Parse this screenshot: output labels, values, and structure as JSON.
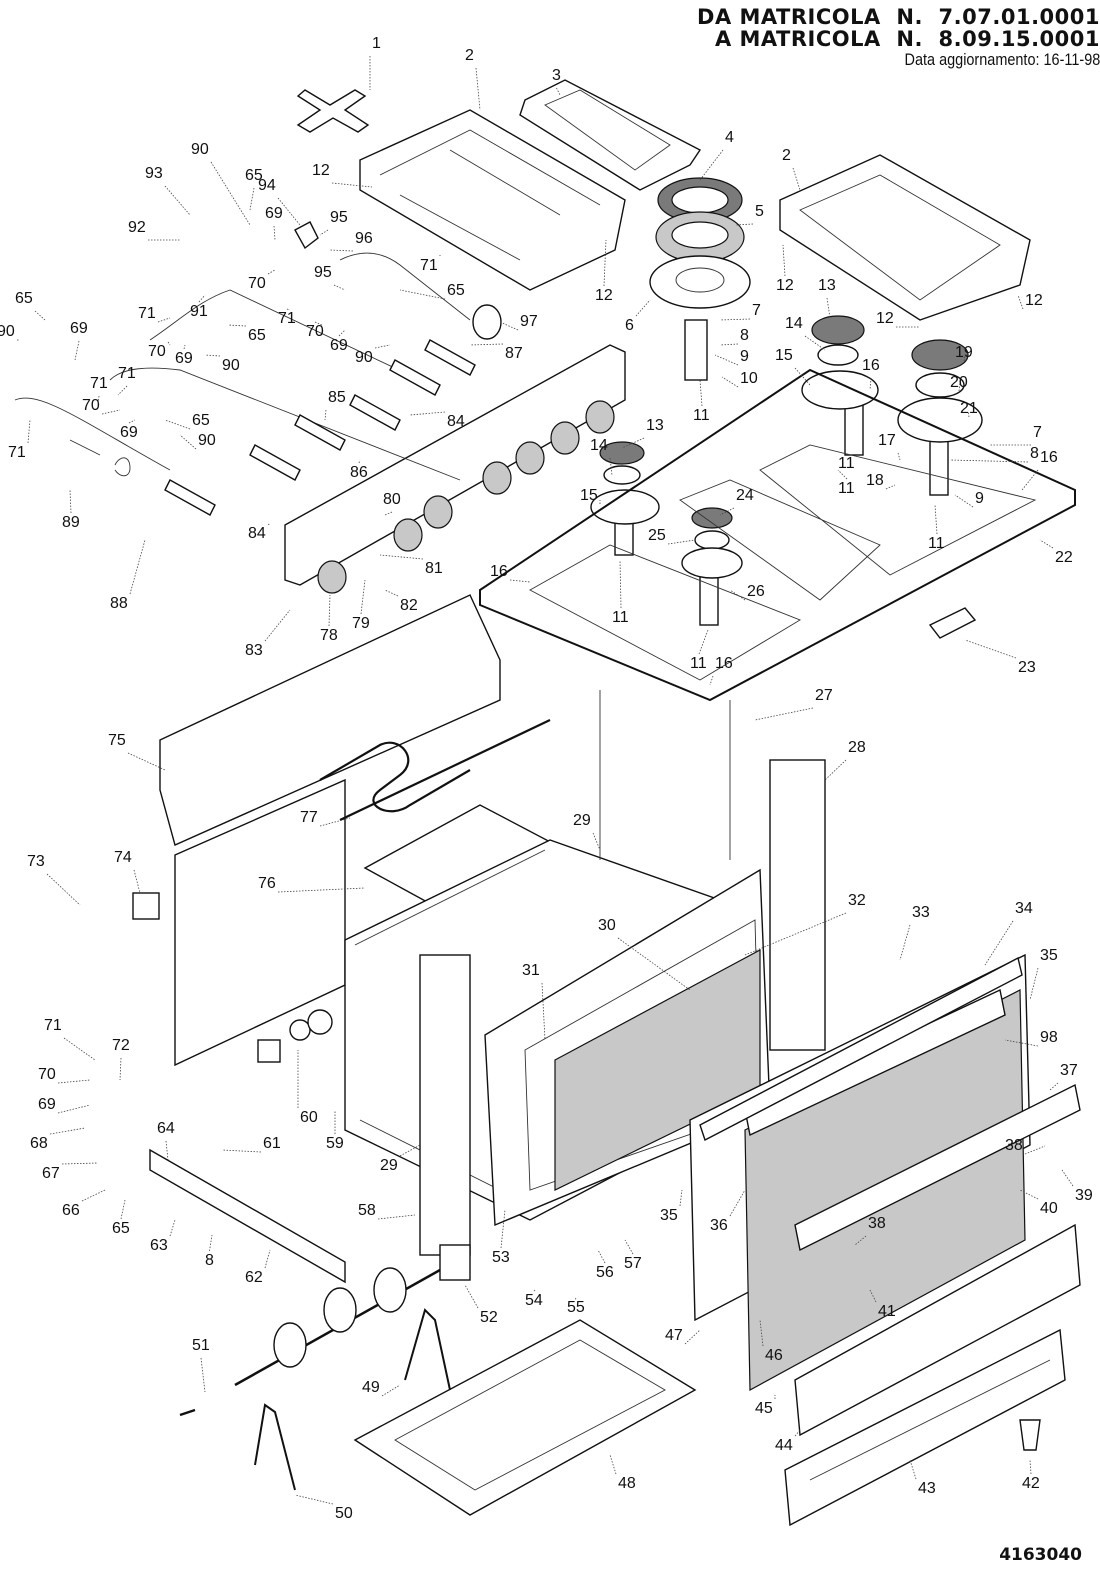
{
  "header": {
    "line1": "DA MATRICOLA  N.  7.07.01.0001",
    "line2": "A MATRICOLA  N.  8.09.15.0001",
    "update_date": "Data aggiornamento: 16-11-98"
  },
  "document_number": "4163040",
  "callouts": [
    {
      "id": "c1",
      "text": "1"
    },
    {
      "id": "c2a",
      "text": "2"
    },
    {
      "id": "c2b",
      "text": "2"
    },
    {
      "id": "c3",
      "text": "3"
    },
    {
      "id": "c4",
      "text": "4"
    },
    {
      "id": "c5",
      "text": "5"
    },
    {
      "id": "c6",
      "text": "6"
    },
    {
      "id": "c7a",
      "text": "7"
    },
    {
      "id": "c7b",
      "text": "7"
    },
    {
      "id": "c8a",
      "text": "8"
    },
    {
      "id": "c8b",
      "text": "8"
    },
    {
      "id": "c8c",
      "text": "8"
    },
    {
      "id": "c9a",
      "text": "9"
    },
    {
      "id": "c9b",
      "text": "9"
    },
    {
      "id": "c10",
      "text": "10"
    },
    {
      "id": "c11a",
      "text": "11"
    },
    {
      "id": "c11b",
      "text": "11"
    },
    {
      "id": "c11c",
      "text": "11"
    },
    {
      "id": "c11d",
      "text": "11"
    },
    {
      "id": "c11e",
      "text": "11"
    },
    {
      "id": "c11f",
      "text": "11"
    },
    {
      "id": "c12a",
      "text": "12"
    },
    {
      "id": "c12b",
      "text": "12"
    },
    {
      "id": "c12c",
      "text": "12"
    },
    {
      "id": "c12d",
      "text": "12"
    },
    {
      "id": "c12e",
      "text": "12"
    },
    {
      "id": "c13a",
      "text": "13"
    },
    {
      "id": "c13b",
      "text": "13"
    },
    {
      "id": "c14a",
      "text": "14"
    },
    {
      "id": "c14b",
      "text": "14"
    },
    {
      "id": "c15a",
      "text": "15"
    },
    {
      "id": "c15b",
      "text": "15"
    },
    {
      "id": "c16a",
      "text": "16"
    },
    {
      "id": "c16b",
      "text": "16"
    },
    {
      "id": "c16c",
      "text": "16"
    },
    {
      "id": "c16d",
      "text": "16"
    },
    {
      "id": "c17",
      "text": "17"
    },
    {
      "id": "c18",
      "text": "18"
    },
    {
      "id": "c19",
      "text": "19"
    },
    {
      "id": "c20",
      "text": "20"
    },
    {
      "id": "c21",
      "text": "21"
    },
    {
      "id": "c22",
      "text": "22"
    },
    {
      "id": "c23",
      "text": "23"
    },
    {
      "id": "c24",
      "text": "24"
    },
    {
      "id": "c25",
      "text": "25"
    },
    {
      "id": "c26",
      "text": "26"
    },
    {
      "id": "c27",
      "text": "27"
    },
    {
      "id": "c28",
      "text": "28"
    },
    {
      "id": "c29a",
      "text": "29"
    },
    {
      "id": "c29b",
      "text": "29"
    },
    {
      "id": "c30",
      "text": "30"
    },
    {
      "id": "c31",
      "text": "31"
    },
    {
      "id": "c32",
      "text": "32"
    },
    {
      "id": "c33",
      "text": "33"
    },
    {
      "id": "c34",
      "text": "34"
    },
    {
      "id": "c35a",
      "text": "35"
    },
    {
      "id": "c35b",
      "text": "35"
    },
    {
      "id": "c36",
      "text": "36"
    },
    {
      "id": "c37",
      "text": "37"
    },
    {
      "id": "c38a",
      "text": "38"
    },
    {
      "id": "c38b",
      "text": "38"
    },
    {
      "id": "c39",
      "text": "39"
    },
    {
      "id": "c40",
      "text": "40"
    },
    {
      "id": "c41",
      "text": "41"
    },
    {
      "id": "c42",
      "text": "42"
    },
    {
      "id": "c43",
      "text": "43"
    },
    {
      "id": "c44",
      "text": "44"
    },
    {
      "id": "c45",
      "text": "45"
    },
    {
      "id": "c46",
      "text": "46"
    },
    {
      "id": "c47",
      "text": "47"
    },
    {
      "id": "c48",
      "text": "48"
    },
    {
      "id": "c49",
      "text": "49"
    },
    {
      "id": "c50",
      "text": "50"
    },
    {
      "id": "c51",
      "text": "51"
    },
    {
      "id": "c52",
      "text": "52"
    },
    {
      "id": "c53",
      "text": "53"
    },
    {
      "id": "c54",
      "text": "54"
    },
    {
      "id": "c55",
      "text": "55"
    },
    {
      "id": "c56",
      "text": "56"
    },
    {
      "id": "c57",
      "text": "57"
    },
    {
      "id": "c58",
      "text": "58"
    },
    {
      "id": "c59",
      "text": "59"
    },
    {
      "id": "c60",
      "text": "60"
    },
    {
      "id": "c61",
      "text": "61"
    },
    {
      "id": "c62",
      "text": "62"
    },
    {
      "id": "c63",
      "text": "63"
    },
    {
      "id": "c64",
      "text": "64"
    },
    {
      "id": "c65a",
      "text": "65"
    },
    {
      "id": "c65b",
      "text": "65"
    },
    {
      "id": "c65c",
      "text": "65"
    },
    {
      "id": "c65d",
      "text": "65"
    },
    {
      "id": "c65e",
      "text": "65"
    },
    {
      "id": "c65f",
      "text": "65"
    },
    {
      "id": "c66",
      "text": "66"
    },
    {
      "id": "c67",
      "text": "67"
    },
    {
      "id": "c68",
      "text": "68"
    },
    {
      "id": "c69a",
      "text": "69"
    },
    {
      "id": "c69b",
      "text": "69"
    },
    {
      "id": "c69c",
      "text": "69"
    },
    {
      "id": "c69d",
      "text": "69"
    },
    {
      "id": "c69e",
      "text": "69"
    },
    {
      "id": "c69f",
      "text": "69"
    },
    {
      "id": "c70a",
      "text": "70"
    },
    {
      "id": "c70b",
      "text": "70"
    },
    {
      "id": "c70c",
      "text": "70"
    },
    {
      "id": "c70d",
      "text": "70"
    },
    {
      "id": "c70e",
      "text": "70"
    },
    {
      "id": "c71a",
      "text": "71"
    },
    {
      "id": "c71b",
      "text": "71"
    },
    {
      "id": "c71c",
      "text": "71"
    },
    {
      "id": "c71d",
      "text": "71"
    },
    {
      "id": "c71e",
      "text": "71"
    },
    {
      "id": "c71f",
      "text": "71"
    },
    {
      "id": "c71g",
      "text": "71"
    },
    {
      "id": "c72",
      "text": "72"
    },
    {
      "id": "c73",
      "text": "73"
    },
    {
      "id": "c74",
      "text": "74"
    },
    {
      "id": "c75",
      "text": "75"
    },
    {
      "id": "c76",
      "text": "76"
    },
    {
      "id": "c77",
      "text": "77"
    },
    {
      "id": "c78",
      "text": "78"
    },
    {
      "id": "c79",
      "text": "79"
    },
    {
      "id": "c80",
      "text": "80"
    },
    {
      "id": "c81",
      "text": "81"
    },
    {
      "id": "c82",
      "text": "82"
    },
    {
      "id": "c83",
      "text": "83"
    },
    {
      "id": "c84a",
      "text": "84"
    },
    {
      "id": "c84b",
      "text": "84"
    },
    {
      "id": "c85",
      "text": "85"
    },
    {
      "id": "c86",
      "text": "86"
    },
    {
      "id": "c87",
      "text": "87"
    },
    {
      "id": "c88",
      "text": "88"
    },
    {
      "id": "c89",
      "text": "89"
    },
    {
      "id": "c90a",
      "text": "90"
    },
    {
      "id": "c90b",
      "text": "90"
    },
    {
      "id": "c90c",
      "text": "90"
    },
    {
      "id": "c90d",
      "text": "90"
    },
    {
      "id": "c90e",
      "text": "90"
    },
    {
      "id": "c91",
      "text": "91"
    },
    {
      "id": "c92",
      "text": "92"
    },
    {
      "id": "c93",
      "text": "93"
    },
    {
      "id": "c94",
      "text": "94"
    },
    {
      "id": "c95a",
      "text": "95"
    },
    {
      "id": "c95b",
      "text": "95"
    },
    {
      "id": "c96",
      "text": "96"
    },
    {
      "id": "c97",
      "text": "97"
    },
    {
      "id": "c98",
      "text": "98"
    }
  ]
}
